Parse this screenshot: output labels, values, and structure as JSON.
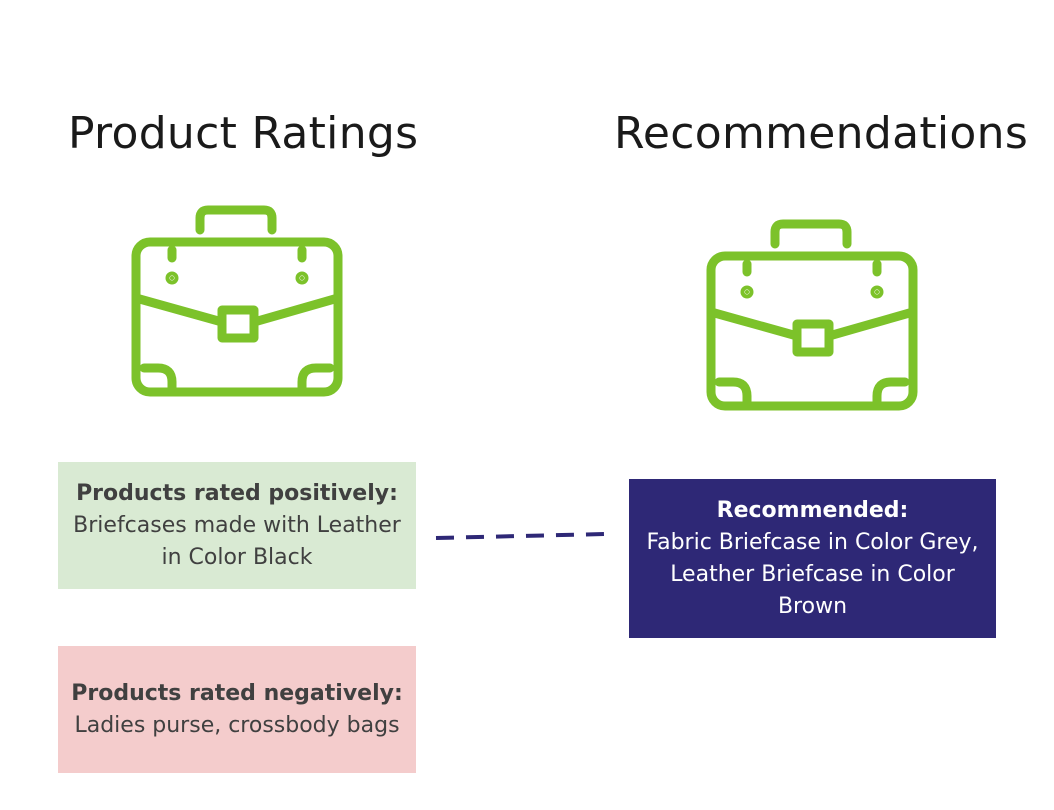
{
  "left_column": {
    "title": "Product Ratings",
    "icon": "briefcase-icon",
    "positive": {
      "heading": "Products rated positively:",
      "text": "Briefcases made with Leather in Color Black"
    },
    "negative": {
      "heading": "Products rated negatively:",
      "text": "Ladies purse, crossbody bags"
    }
  },
  "right_column": {
    "title": "Recommendations",
    "icon": "briefcase-icon",
    "recommended": {
      "heading": "Recommended:",
      "text": "Fabric Briefcase in Color Grey, Leather Briefcase in Color Brown"
    }
  },
  "colors": {
    "icon": "#7cc22a",
    "positive_bg": "#d9ead3",
    "negative_bg": "#f4cccc",
    "recommended_bg": "#2e2876",
    "connector": "#2e2876"
  }
}
